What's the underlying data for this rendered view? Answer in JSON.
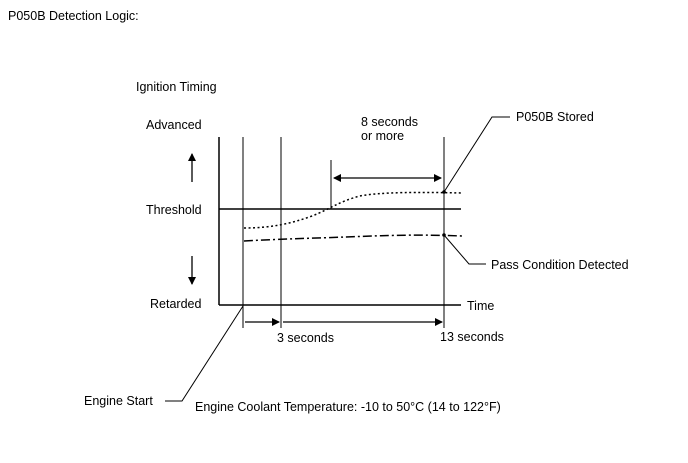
{
  "title": "P050B Detection Logic:",
  "y_axis_title": "Ignition Timing",
  "y_labels": {
    "advanced": "Advanced",
    "threshold": "Threshold",
    "retarded": "Retarded"
  },
  "x_axis_label": "Time",
  "duration_label_line1": "8 seconds",
  "duration_label_line2": "or more",
  "callouts": {
    "stored": "P050B Stored",
    "pass": "Pass Condition Detected",
    "engine_start": "Engine Start"
  },
  "time_labels": {
    "three_seconds": "3 seconds",
    "thirteen_seconds": "13 seconds"
  },
  "condition": "Engine Coolant Temperature: -10 to 50°C (14 to 122°F)"
}
